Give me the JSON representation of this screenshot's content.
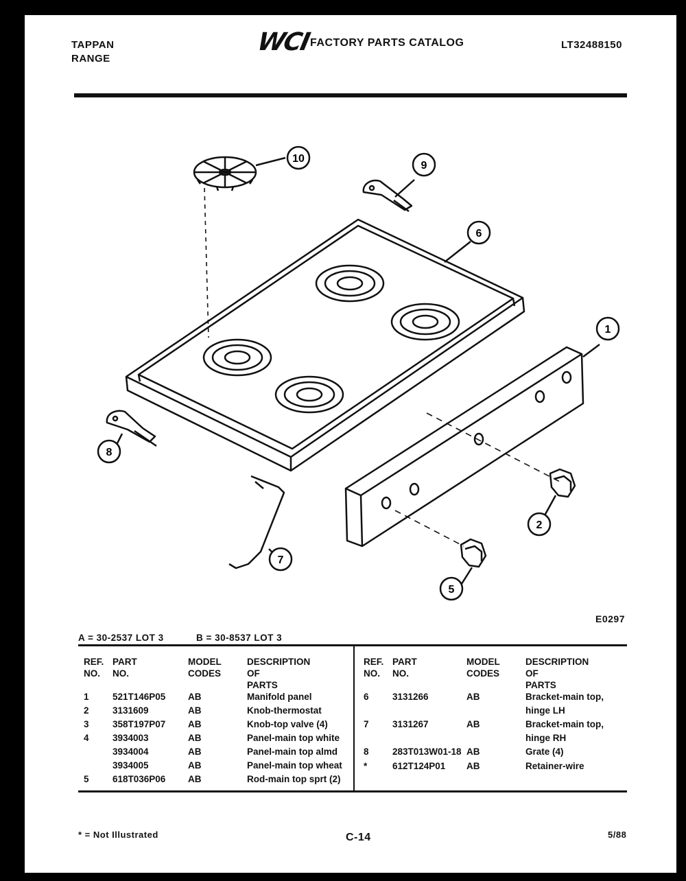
{
  "header": {
    "brand_line1": "TAPPAN",
    "brand_line2": "RANGE",
    "logo_text": "WCI",
    "catalog_title": "FACTORY PARTS CATALOG",
    "model_number": "LT32488150"
  },
  "diagram": {
    "callouts": [
      "10",
      "9",
      "6",
      "1",
      "8",
      "7",
      "2",
      "5"
    ],
    "drawing_code": "E0297"
  },
  "model_codes": {
    "a": "A = 30-2537 LOT 3",
    "b": "B = 30-8537 LOT 3"
  },
  "columns": {
    "ref_line1": "REF.",
    "ref_line2": "NO.",
    "part_line1": "PART",
    "part_line2": "NO.",
    "model_line1": "MODEL",
    "model_line2": "CODES",
    "desc_line1": "DESCRIPTION",
    "desc_line2": "OF PARTS"
  },
  "parts_left": [
    {
      "ref": "1",
      "part": "521T146P05",
      "codes": "AB",
      "desc": "Manifold panel"
    },
    {
      "ref": "2",
      "part": "3131609",
      "codes": "AB",
      "desc": "Knob-thermostat"
    },
    {
      "ref": "3",
      "part": "358T197P07",
      "codes": "AB",
      "desc": "Knob-top valve (4)"
    },
    {
      "ref": "4",
      "part": "3934003",
      "codes": "AB",
      "desc": "Panel-main top white"
    },
    {
      "ref": "",
      "part": "3934004",
      "codes": "AB",
      "desc": "Panel-main top almd"
    },
    {
      "ref": "",
      "part": "3934005",
      "codes": "AB",
      "desc": "Panel-main top wheat"
    },
    {
      "ref": "5",
      "part": "618T036P06",
      "codes": "AB",
      "desc": "Rod-main top sprt (2)"
    }
  ],
  "parts_right": [
    {
      "ref": "6",
      "part": "3131266",
      "codes": "AB",
      "desc": "Bracket-main top,",
      "desc2": "hinge LH"
    },
    {
      "ref": "7",
      "part": "3131267",
      "codes": "AB",
      "desc": "Bracket-main top,",
      "desc2": "hinge RH"
    },
    {
      "ref": "8",
      "part": "283T013W01-18",
      "codes": "AB",
      "desc": "Grate (4)",
      "desc2": ""
    },
    {
      "ref": "*",
      "part": "612T124P01",
      "codes": "AB",
      "desc": "Retainer-wire",
      "desc2": ""
    }
  ],
  "footer": {
    "note": "* = Not Illustrated",
    "page": "C-14",
    "date": "5/88"
  }
}
